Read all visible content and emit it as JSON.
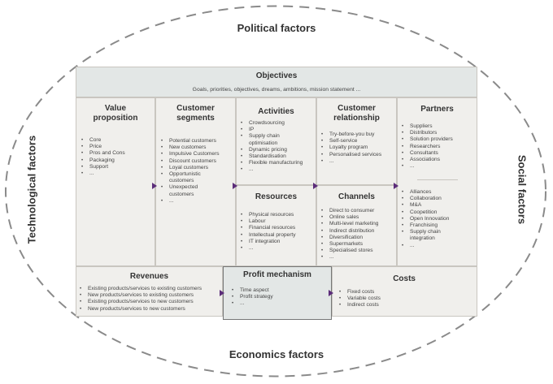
{
  "outer": {
    "top": "Political factors",
    "bottom": "Economics factors",
    "left": "Technological factors",
    "right": "Social factors"
  },
  "objectives": {
    "title": "Objectives",
    "subtitle": "Goals, priorities, objectives, dreams, ambitions, mission statement ..."
  },
  "value_proposition": {
    "title_line1": "Value",
    "title_line2": "proposition",
    "items": [
      "Core",
      "Price",
      "Pros and Cons",
      "Packaging",
      "Support",
      "..."
    ]
  },
  "customer_segments": {
    "title_line1": "Customer",
    "title_line2": "segments",
    "items": [
      "Potential customers",
      "New customers",
      "Impulsive Customers",
      "Discount customers",
      "Loyal customers",
      "Opportunistic",
      "customers",
      "Unexpected",
      "customers",
      "..."
    ]
  },
  "activities": {
    "title": "Activities",
    "items": [
      "Crowdsourcing",
      "IP",
      "Supply chain",
      "optimisation",
      "Dynamic pricing",
      "Standardisation",
      "Flexible manufacturing",
      "..."
    ]
  },
  "resources": {
    "title": "Resources",
    "items": [
      "Physical resources",
      "Labour",
      "Financial resources",
      "Intellectual property",
      "IT integration",
      "..."
    ]
  },
  "customer_relationship": {
    "title_line1": "Customer",
    "title_line2": "relationship",
    "items": [
      "Try-before-you buy",
      "Self-service",
      "Loyalty program",
      "Personalised services",
      "..."
    ]
  },
  "channels": {
    "title": "Channels",
    "items": [
      "Direct to consumer",
      "Online sales",
      "Multi-level marketing",
      "Indirect distribution",
      "Diversification",
      "Supermarkets",
      "Specialised stores",
      "..."
    ]
  },
  "partners": {
    "title": "Partners",
    "items_top": [
      "Suppliers",
      "Distributors",
      "Solution providers",
      "Researchers",
      "Consultants",
      "Associations",
      "..."
    ],
    "items_bottom": [
      "Alliances",
      "Collaboration",
      "M&A",
      "Coopetition",
      "Open Innovation",
      "Franchising",
      "Supply chain",
      "integration",
      "..."
    ]
  },
  "revenues": {
    "title": "Revenues",
    "items": [
      "Existing products/services to existing customers",
      "New products/services to existing customers",
      "Existing products/services to new customers",
      "New products/services to new customers"
    ]
  },
  "profit_mechanism": {
    "title": "Profit mechanism",
    "items": [
      "Time aspect",
      "Profit strategy",
      "..."
    ]
  },
  "costs": {
    "title": "Costs",
    "items": [
      "Fixed costs",
      "Variable costs",
      "Indirect costs"
    ]
  },
  "colors": {
    "arrow": "#5c2d7a",
    "box_bg": "#f0efec",
    "objectives_bg": "#e3e7e6",
    "profit_bg": "#e3e7e6",
    "border": "#c9c6c0"
  }
}
